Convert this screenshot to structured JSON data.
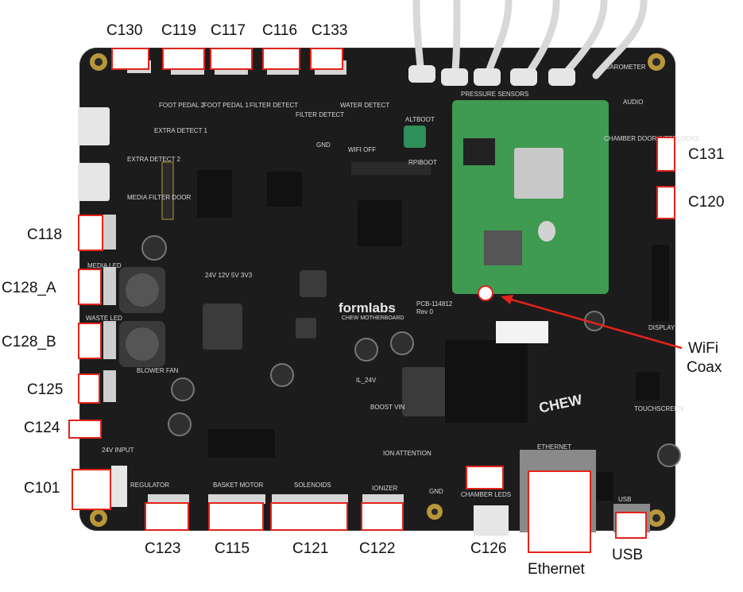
{
  "annotations": {
    "c130": "C130",
    "c119": "C119",
    "c117": "C117",
    "c116": "C116",
    "c133": "C133",
    "c131": "C131",
    "c120": "C120",
    "c118": "C118",
    "c128a": "C128_A",
    "c128b": "C128_B",
    "c125": "C125",
    "c124": "C124",
    "c101": "C101",
    "c123": "C123",
    "c115": "C115",
    "c121": "C121",
    "c122": "C122",
    "c126": "C126",
    "ethernet": "Ethernet",
    "usb": "USB",
    "wifi_line1": "WiFi",
    "wifi_line2": "Coax"
  },
  "board_text": {
    "brand": "formlabs",
    "board_name": "CHEW MOTHERBOARD",
    "pcb_id": "PCB-114812",
    "pcb_rev": "Rev 0",
    "extra_detect_1": "EXTRA DETECT 1",
    "extra_detect_2": "EXTRA DETECT 2",
    "media_filter_door": "MEDIA FILTER DOOR",
    "foot_pedal_2": "FOOT PEDAL 2",
    "foot_pedal_1": "FOOT PEDAL 1",
    "filter_detect_1": "FILTER DETECT",
    "filter_detect_2": "FILTER DETECT",
    "water_detect": "WATER DETECT",
    "pressure_sensors": "PRESSURE SENSORS",
    "barometer": "BAROMETER",
    "audio": "AUDIO",
    "gnd": "GND",
    "altboot": "ALTBOOT",
    "wifi_off": "WIFI OFF",
    "rpiboot": "RPIBOOT",
    "chamber_door_interlocks": "CHAMBER DOOR INTERLOCKS",
    "display": "DISPLAY",
    "touchscreen": "TOUCHSCREEN",
    "media_led": "MEDIA LED",
    "waste_led": "WASTE LED",
    "blower_fan": "BLOWER FAN",
    "rails": "24V 12V 5V 3V3",
    "il_24v": "IL_24V",
    "boost_vin": "BOOST VIN",
    "ion_attention": "ION ATTENTION",
    "input_24v": "24V INPUT",
    "regulator": "REGULATOR",
    "basket_motor": "BASKET MOTOR",
    "solenoids": "SOLENOIDS",
    "ionizer": "IONIZER",
    "chamber_leds": "CHAMBER LEDS",
    "ethernet_silk": "ETHERNET",
    "usb_silk": "USB",
    "chew": "CHEW"
  },
  "colors": {
    "label_box_border": "#e2231a",
    "arrow": "#e2231a",
    "pcb": "#1c1c1c",
    "compute_module": "#3f9a52"
  }
}
